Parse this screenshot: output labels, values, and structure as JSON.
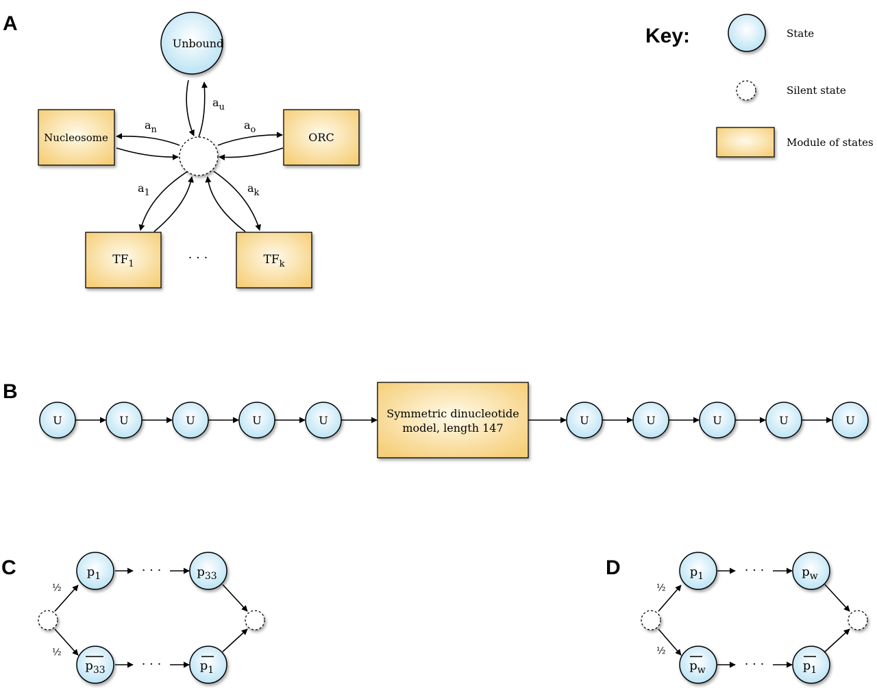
{
  "colors": {
    "state_fill_center": "#ffffff",
    "state_fill_edge": "#b9e2f4",
    "module_fill_center": "#fffaea",
    "module_fill_edge": "#f6cf7a",
    "stroke": "#000000"
  },
  "key": {
    "title": "Key:",
    "items": [
      {
        "symbol": "state",
        "label": "State"
      },
      {
        "symbol": "silent-state",
        "label": "Silent state"
      },
      {
        "symbol": "module",
        "label": "Module of states"
      }
    ]
  },
  "panel_a": {
    "letter": "A",
    "nodes": {
      "unbound": "Unbound",
      "nucleosome": "Nucleosome",
      "orc": "ORC",
      "tf1": {
        "base": "TF",
        "sub": "1"
      },
      "tfk": {
        "base": "TF",
        "sub": "k"
      },
      "ellipsis": "· · ·"
    },
    "edge_labels": {
      "a_u": {
        "base": "a",
        "sub": "u"
      },
      "a_n": {
        "base": "a",
        "sub": "n"
      },
      "a_o": {
        "base": "a",
        "sub": "o"
      },
      "a_1": {
        "base": "a",
        "sub": "1"
      },
      "a_k": {
        "base": "a",
        "sub": "k"
      }
    }
  },
  "panel_b": {
    "letter": "B",
    "state_label": "U",
    "left_count": 5,
    "right_count": 5,
    "module_line1": "Symmetric dinucleotide",
    "module_line2": "model, length 147"
  },
  "panel_c": {
    "letter": "C",
    "top_first": {
      "base": "p",
      "sub": "1",
      "bar": false
    },
    "top_last": {
      "base": "p",
      "sub": "33",
      "bar": false
    },
    "bottom_first": {
      "base": "p",
      "sub": "33",
      "bar": true
    },
    "bottom_last": {
      "base": "p",
      "sub": "1",
      "bar": true
    },
    "prob_top": "½",
    "prob_bottom": "½",
    "ellipsis": "· · ·"
  },
  "panel_d": {
    "letter": "D",
    "top_first": {
      "base": "p",
      "sub": "1",
      "bar": false
    },
    "top_last": {
      "base": "p",
      "sub": "w",
      "bar": false
    },
    "bottom_first": {
      "base": "p",
      "sub": "w",
      "bar": true
    },
    "bottom_last": {
      "base": "p",
      "sub": "1",
      "bar": true
    },
    "prob_top": "½",
    "prob_bottom": "½",
    "ellipsis": "· · ·"
  }
}
